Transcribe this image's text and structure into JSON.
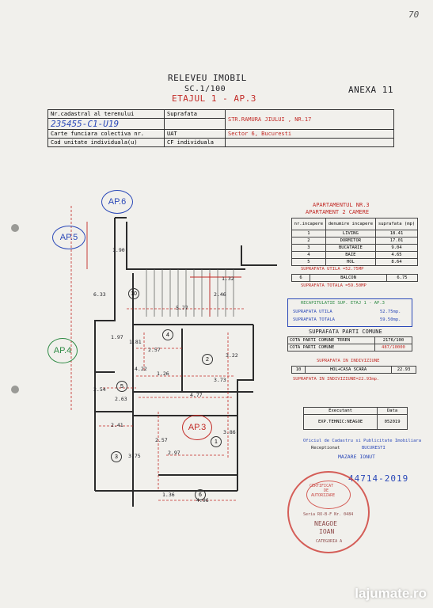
{
  "page_number": "70",
  "title": "RELEVEU IMOBIL",
  "scale": "SC.1/100",
  "floor": "ETAJUL 1 - AP.3",
  "annex": "ANEXA 11",
  "header_table": {
    "col1_row1": "Nr.cadastral al terenului",
    "col2_row1": "Suprafata",
    "cadastral_handwritten": "235455-C1-U19",
    "address": "STR.RAMURA JIULUI , NR.17",
    "col1_row2": "Carte funciara colectiva nr.",
    "col2_row2": "UAT",
    "uat_value": "Sector 6, Bucuresti",
    "col1_row3": "Cod unitate individuala(u)",
    "col2_row3": "CF individuala"
  },
  "apartment": {
    "title": "APARTAMENTUL NR.3",
    "subtitle": "APARTAMENT 2 CAMERE",
    "columns": [
      "nr.incapere",
      "denumire incapere",
      "suprafata (mp)"
    ],
    "rooms": [
      [
        "1",
        "LIVING",
        "18.41"
      ],
      [
        "2",
        "DORMITOR",
        "17.01"
      ],
      [
        "3",
        "BUCATARIE",
        "9.04"
      ],
      [
        "4",
        "BAIE",
        "4.65"
      ],
      [
        "5",
        "HOL",
        "8.64"
      ]
    ],
    "useful_area": "SUPRAFATA UTILA =52.75MP",
    "balcony": [
      "6",
      "BALCON",
      "6.75"
    ],
    "total_area": "SUPRAFATA TOTALA =59.50MP"
  },
  "recap": {
    "title": "RECAPITULATIE SUP. ETAJ 1 - AP.3",
    "rows": [
      [
        "SUPRAFATA UTILA",
        "52.75mp."
      ],
      [
        "SUPRAFATA TOTALA",
        "59.50mp."
      ]
    ]
  },
  "common": {
    "title": "SUPRAFATA PARTI COMUNE",
    "rows": [
      [
        "COTA PARTI COMUNE TEREN",
        "2176/100"
      ],
      [
        "COTA PARTI COMUNE",
        "487/10000"
      ]
    ]
  },
  "joint": {
    "title": "SUPRAFATA IN INDIVIZIUNE",
    "row": [
      "10",
      "HOL+CASA SCARA",
      "22.93"
    ],
    "total": "SUPRAFATA IN INDIVIZIUNE=22.93mp."
  },
  "executant": {
    "label": "Executant",
    "date_label": "Data",
    "name": "EXP.TEHNIC:NEAGOE",
    "date": "052019",
    "reception_label": "Receptionat",
    "ocpi": "Oficiul de Cadastru si Publicitate Imobiliara",
    "city": "BUCURESTI",
    "inspector": "MAZARE IONUT",
    "number": "44714-2019"
  },
  "stamp": {
    "line1": "CERTIFICAT",
    "line2": "DE",
    "line3": "AUTORIZARE",
    "series": "Seria RO-B-F Nr. 0484",
    "name1": "NEAGOE",
    "name2": "IOAN",
    "category": "CATEGORIA A"
  },
  "plan_labels": {
    "ap6": "AP.6",
    "ap5": "AP.5",
    "ap4": "AP.4",
    "ap3": "AP.3",
    "room_nums": [
      "1",
      "2",
      "3",
      "4",
      "5",
      "6",
      "10"
    ],
    "dims": [
      "1.90",
      "6.33",
      "1.32",
      "2.46",
      "5.77",
      "1.97",
      "1.81",
      "2.57",
      "3.22",
      "4.22",
      "1.26",
      "3.73",
      "2.54",
      "4.77",
      "2.63",
      "2.41",
      "2.57",
      "3.86",
      "3.75",
      "2.97",
      "1.36",
      "4.96"
    ]
  },
  "watermark": "lajumate.ro"
}
